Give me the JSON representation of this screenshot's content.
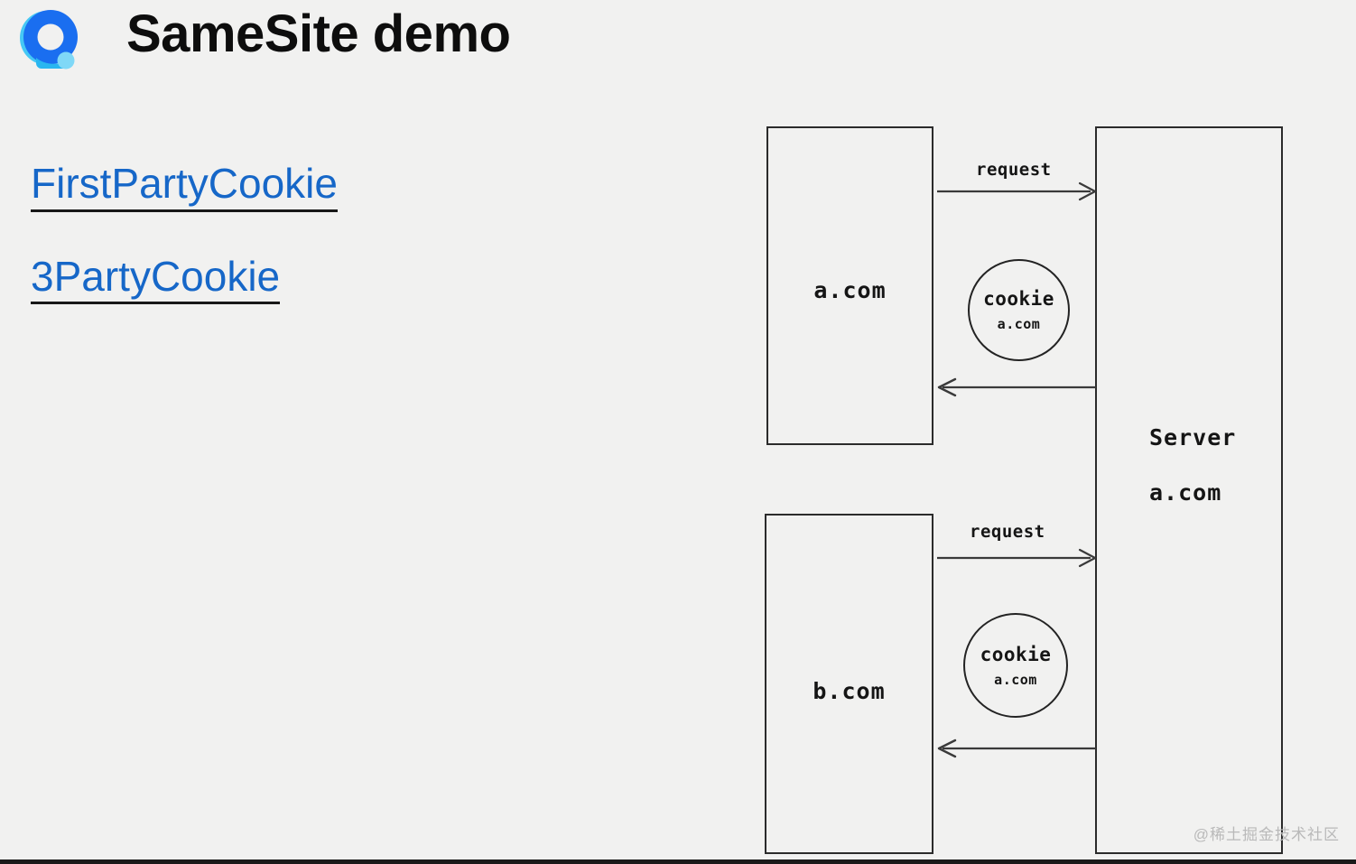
{
  "header": {
    "title": "SameSite demo",
    "logo_icon": "browser-ring-logo-icon",
    "logo_colors": {
      "outer_light": "#3fc6f5",
      "ring_main": "#1a6ef0",
      "ring_dark": "#1750d8",
      "dot_light": "#7fd8f7",
      "tail": "#29b6f0"
    }
  },
  "links": [
    {
      "label": "FirstPartyCookie",
      "color": "#1667c8",
      "underline_color": "#181818"
    },
    {
      "label": "3PartyCookie",
      "color": "#1667c8",
      "underline_color": "#181818"
    }
  ],
  "diagram": {
    "stroke_color": "#2b2b2b",
    "background": "#f1f1f0",
    "boxes": [
      {
        "id": "acom",
        "label": "a.com"
      },
      {
        "id": "bcom",
        "label": "b.com"
      }
    ],
    "server": {
      "line1": "Server",
      "line2": "a.com"
    },
    "flows": [
      {
        "id": "first-party",
        "request_label": "request",
        "cookie_title": "cookie",
        "cookie_domain": "a.com",
        "response_label": ""
      },
      {
        "id": "third-party",
        "request_label": "request",
        "cookie_title": "cookie",
        "cookie_domain": "a.com",
        "response_label": ""
      }
    ]
  },
  "watermark": "@稀土掘金技术社区"
}
